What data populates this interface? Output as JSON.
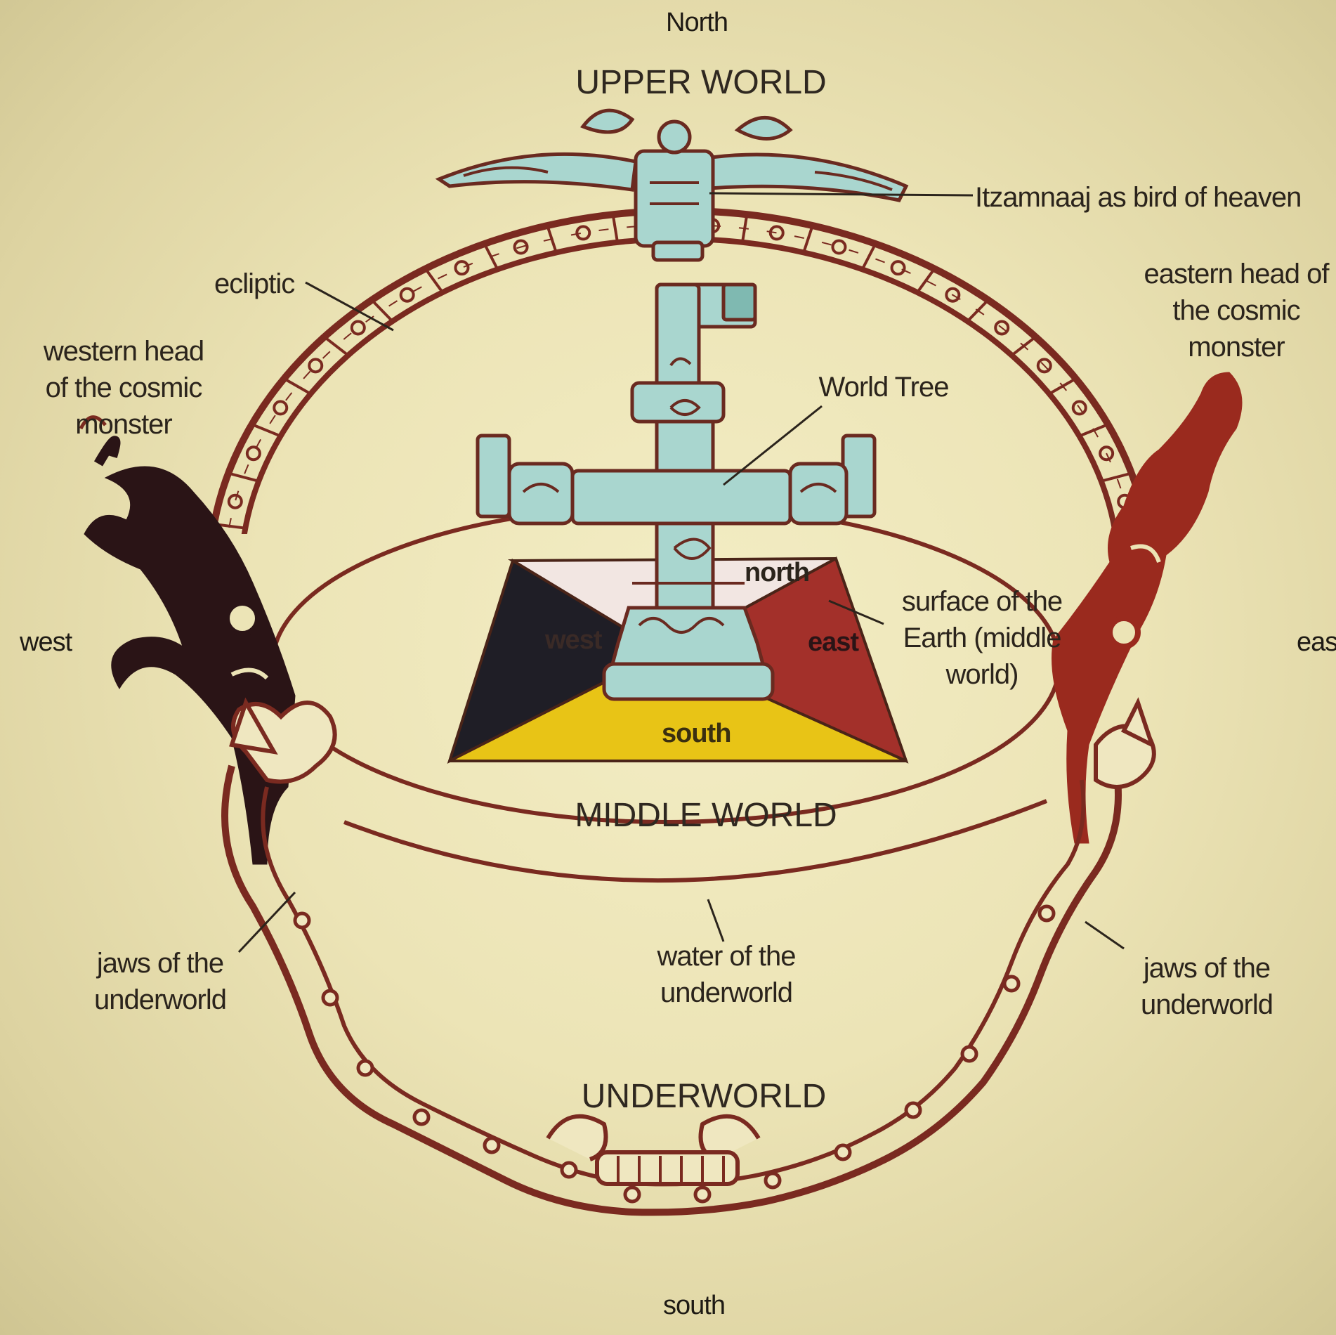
{
  "compass": {
    "north": "North",
    "south": "south",
    "west": "west",
    "east": "eas"
  },
  "realms": {
    "upper": "UPPER WORLD",
    "middle": "MIDDLE WORLD",
    "under": "UNDERWORLD"
  },
  "labels": {
    "itzamnaaj": "Itzamnaaj as bird of heaven",
    "ecliptic": "ecliptic",
    "western_head": [
      "western head",
      "of the cosmic",
      "monster"
    ],
    "eastern_head": [
      "eastern head of",
      "the cosmic",
      "monster"
    ],
    "world_tree": "World  Tree",
    "surface": [
      "surface of the",
      "Earth (middle",
      "world)"
    ],
    "jaws_left": [
      "jaws of the",
      "underworld"
    ],
    "jaws_right": [
      "jaws of the",
      "underworld"
    ],
    "water": [
      "water of the",
      "underworld"
    ]
  },
  "quadrants": {
    "north": "north",
    "west": "west",
    "east": "east",
    "south": "south"
  },
  "colors": {
    "ink": "#7a2a20",
    "tree": "#a9d6cf",
    "quadrant_north": "#f2e6e2",
    "quadrant_west": "#1f1e26",
    "quadrant_east": "#a3302a",
    "quadrant_south": "#e8c416",
    "west_monster": "#2a1416",
    "east_monster": "#9a2a1e"
  }
}
